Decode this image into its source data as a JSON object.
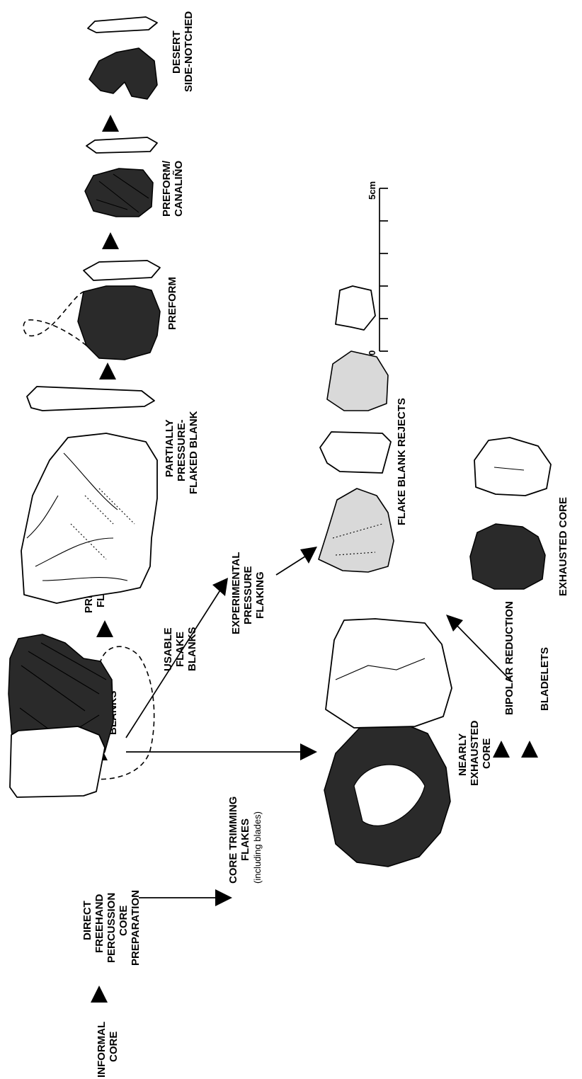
{
  "labels": {
    "informal_core": "INFORMAL CORE",
    "direct_freehand": "DIRECT FREEHAND PERCUSSION CORE PREPARATION",
    "removal_flake_blanks": "REMOVAL OF FLAKE BLANKS",
    "usable_flake_blanks": "USABLE FLAKE BLANKS",
    "pressure_flaking": "PRESSURE FLAKING",
    "partially_pressure_flaked": "PARTIALLY PRESSURE-FLAKED BLANK",
    "preform": "PREFORM",
    "preform_canalino": "PREFORM/ CANALIÑO",
    "desert_side_notched": "DESERT SIDE-NOTCHED",
    "core_trimming_flakes": "CORE TRIMMING FLAKES",
    "including_blades": "(including blades)",
    "experimental_pressure_flaking": "EXPERIMENTAL PRESSURE FLAKING",
    "flake_blank_rejects": "FLAKE BLANK REJECTS",
    "nearly_exhausted_core": "NEARLY EXHAUSTED CORE",
    "bipolar_reduction": "BIPOLAR REDUCTION",
    "bladelets": "BLADELETS",
    "exhausted_core": "EXHAUSTED CORE"
  },
  "scale": {
    "start_label": "0",
    "end_label": "5cm"
  }
}
